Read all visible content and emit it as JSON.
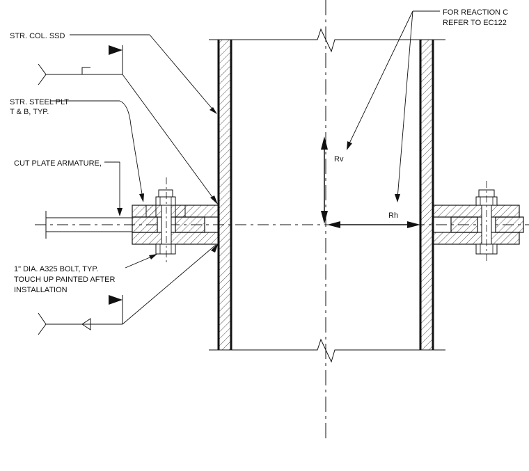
{
  "annotations": {
    "col_ssd": "STR. COL. SSD",
    "steel_plt_1": "STR. STEEL PLT",
    "steel_plt_2": "T & B, TYP.",
    "cut_plate": "CUT PLATE ARMATURE,",
    "bolt_1": "1\" DIA. A325 BOLT, TYP.",
    "bolt_2": "TOUCH UP PAINTED AFTER",
    "bolt_3": "INSTALLATION",
    "reaction_1": "FOR REACTION C",
    "reaction_2": "REFER TO EC122",
    "rv": "Rv",
    "rh": "Rh"
  }
}
